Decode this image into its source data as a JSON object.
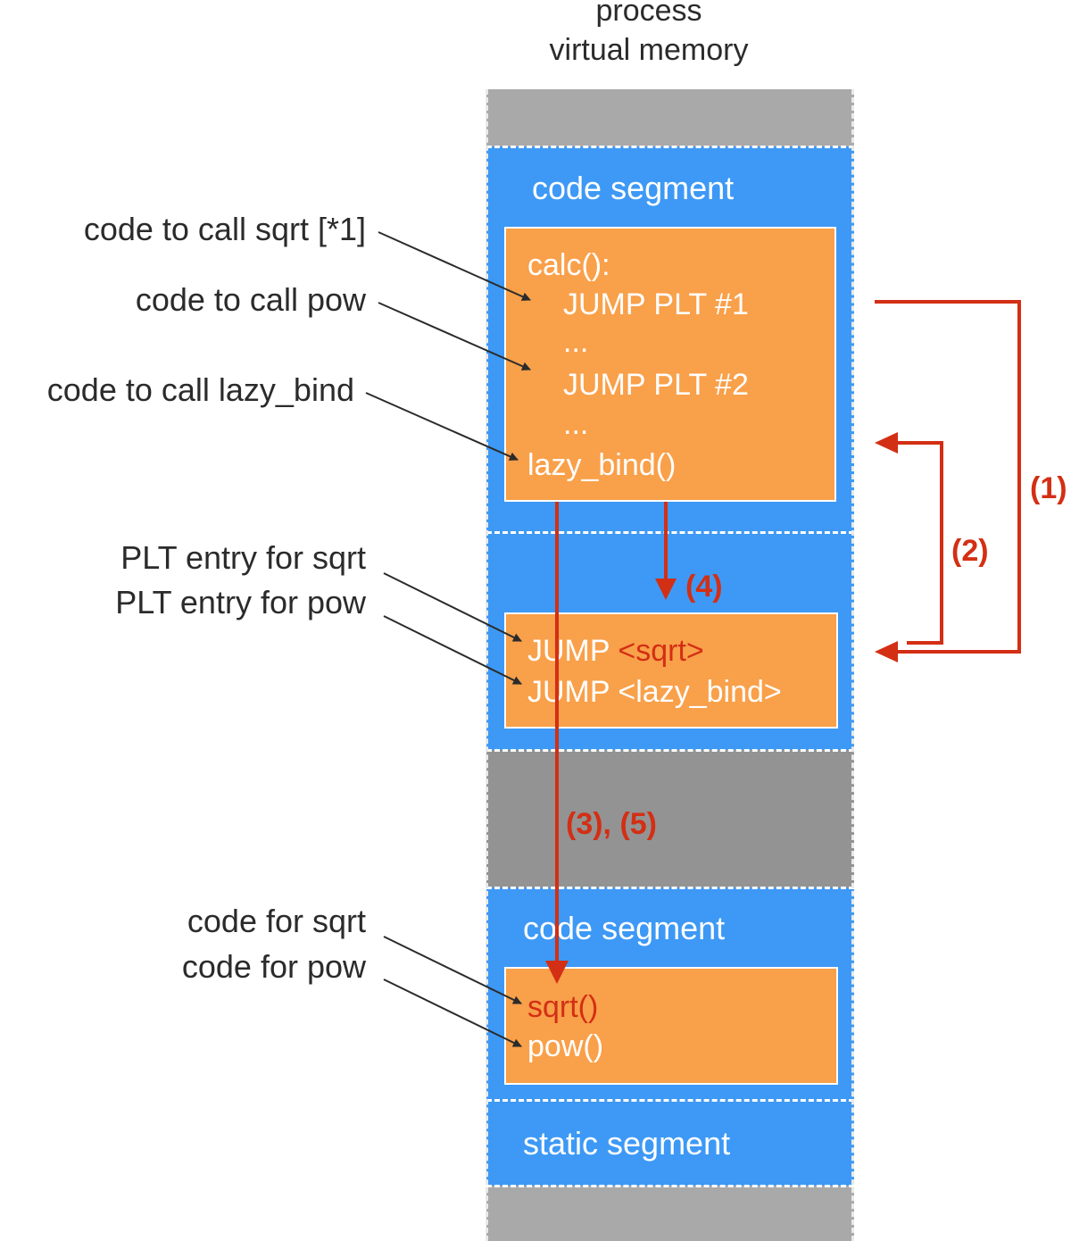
{
  "title": {
    "line1": "process",
    "line2": "virtual memory"
  },
  "segments": {
    "code_top": "code segment",
    "code_bottom": "code segment",
    "static": "static segment"
  },
  "calc_box": {
    "header": "calc():",
    "jump1": "JUMP PLT #1",
    "dots1": "...",
    "jump2": "JUMP PLT #2",
    "dots2": "...",
    "lazy": "lazy_bind()"
  },
  "plt_box": {
    "jump_prefix1": "JUMP ",
    "target1": "<sqrt>",
    "jump_prefix2": "JUMP ",
    "target2": "<lazy_bind>"
  },
  "lib_box": {
    "sqrt": "sqrt()",
    "pow": "pow()"
  },
  "labels": {
    "call_sqrt": "code to call sqrt [*1]",
    "call_pow": "code to call pow",
    "call_lazy": "code to call lazy_bind",
    "plt_sqrt": "PLT entry for sqrt",
    "plt_pow": "PLT entry for pow",
    "code_sqrt": "code for sqrt",
    "code_pow": "code for pow"
  },
  "steps": {
    "s1": "(1)",
    "s2": "(2)",
    "s3": "(3), (5)",
    "s4": "(4)"
  },
  "colors": {
    "segment_blue": "#3d99f5",
    "box_orange": "#f9a04a",
    "arrow_red": "#d32f14",
    "gray": "#a9a9a9"
  }
}
